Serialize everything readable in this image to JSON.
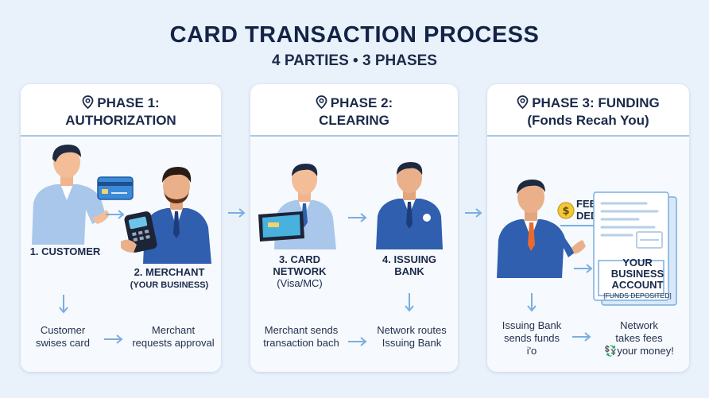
{
  "title": "CARD TRANSACTION PROCESS",
  "subtitle": "4 PARTIES • 3 PHASES",
  "colors": {
    "accent_blue": "#2f5fae",
    "arrow": "#7aaee0",
    "background": "#e9f1fa",
    "fee_badge": "#f1c93b"
  },
  "phases": [
    {
      "title_line1": "PHASE 1:",
      "title_line2": "AUTHORIZATION",
      "icon": "location-pin-icon",
      "party_1": "1. CUSTOMER",
      "party_2_line1": "2. MERCHANT",
      "party_2_line2": "(YOUR BUSINESS)",
      "step_a_line1": "Customer",
      "step_a_line2": "swises card",
      "step_b_line1": "Merchant",
      "step_b_line2": "requests approval"
    },
    {
      "title_line1": "PHASE 2:",
      "title_line2": "CLEARING",
      "icon": "location-pin-icon",
      "party_3_line1": "3. CARD",
      "party_3_line2": "NETWORK",
      "party_3_line3": "(Visa/MC)",
      "party_4_line1": "4. ISSUING",
      "party_4_line2": "BANK",
      "step_a_line1": "Merchant sends",
      "step_a_line2": "transaction bach",
      "step_b_line1": "Network routes",
      "step_b_line2": "Issuing Bank"
    },
    {
      "title_line1": "PHASE 3: FUNDING",
      "title_line2": "(Fonds Recah You)",
      "icon": "location-pin-icon",
      "fees_line1": "FEES",
      "fees_line2": "DEDUCTED HERE",
      "account_line1": "YOUR",
      "account_line2": "BUSINESS",
      "account_line3": "ACCOUNT",
      "account_line4": "[FUNDS DEPOSITED]",
      "step_a_line1": "Issuing Bank",
      "step_a_line2": "sends funds",
      "step_a_line3": "i'o",
      "step_b_line1": "Network",
      "step_b_line2": "takes fees",
      "step_b_line3": "your money!"
    }
  ]
}
